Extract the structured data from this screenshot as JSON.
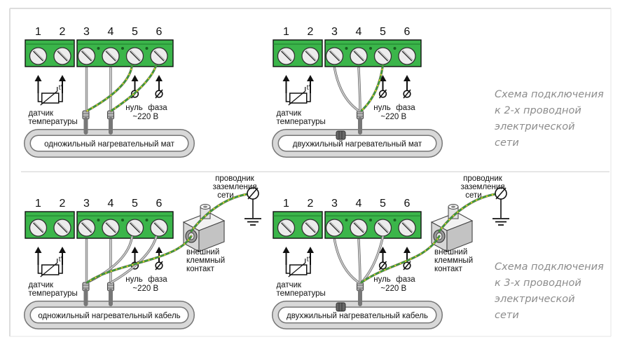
{
  "terminal_numbers": [
    "1",
    "2",
    "3",
    "4",
    "5",
    "6"
  ],
  "labels": {
    "sensor_line1": "датчик",
    "sensor_line2": "температуры",
    "neutral": "нуль",
    "phase": "фаза",
    "voltage": "~220 В",
    "ground_line1": "проводник",
    "ground_line2": "заземления",
    "ground_line3": "сети",
    "contact_line1": "внешний",
    "contact_line2": "клеммный",
    "contact_line3": "контакт"
  },
  "diagrams": {
    "top_left": {
      "loop_label": "одножильный нагревательный мат"
    },
    "top_right": {
      "loop_label": "двухжильный нагревательный мат"
    },
    "bottom_left": {
      "loop_label": "одножильный нагревательный кабель"
    },
    "bottom_right": {
      "loop_label": "двухжильный нагревательный кабель"
    }
  },
  "captions": {
    "two_wire": [
      "Схема подключения",
      "к 2-х проводной",
      "электрической",
      "сети"
    ],
    "three_wire": [
      "Схема подключения",
      "к 3-х проводной",
      "электрической",
      "сети"
    ]
  },
  "colors": {
    "terminal_green": "#3bb54a",
    "wire_yellow": "#d9d92a",
    "wire_green": "#3a9a3a",
    "wire_gray": "#9a9a9a"
  }
}
